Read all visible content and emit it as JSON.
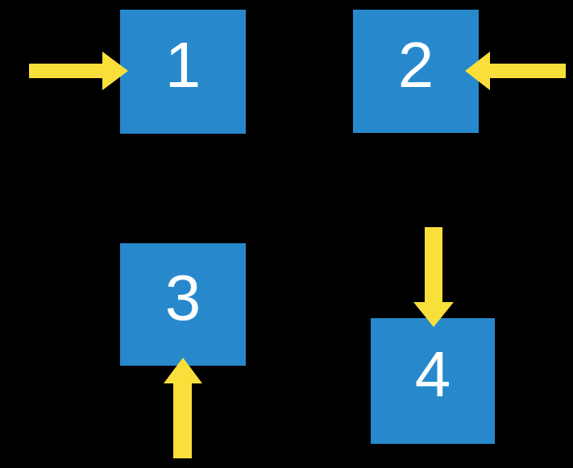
{
  "colors": {
    "background": "#000000",
    "box_fill": "#2789CC",
    "arrow_fill": "#F9DF3A",
    "label_text": "#FFFFFF"
  },
  "boxes": [
    {
      "label": "1",
      "position": "top-left"
    },
    {
      "label": "2",
      "position": "top-right"
    },
    {
      "label": "3",
      "position": "bottom-left"
    },
    {
      "label": "4",
      "position": "bottom-right"
    }
  ],
  "arrows": [
    {
      "direction": "right",
      "points_at_box": "1",
      "enters_side": "left"
    },
    {
      "direction": "left",
      "points_at_box": "2",
      "enters_side": "right"
    },
    {
      "direction": "up",
      "points_at_box": "3",
      "enters_side": "bottom"
    },
    {
      "direction": "down",
      "points_at_box": "4",
      "enters_side": "top"
    }
  ]
}
